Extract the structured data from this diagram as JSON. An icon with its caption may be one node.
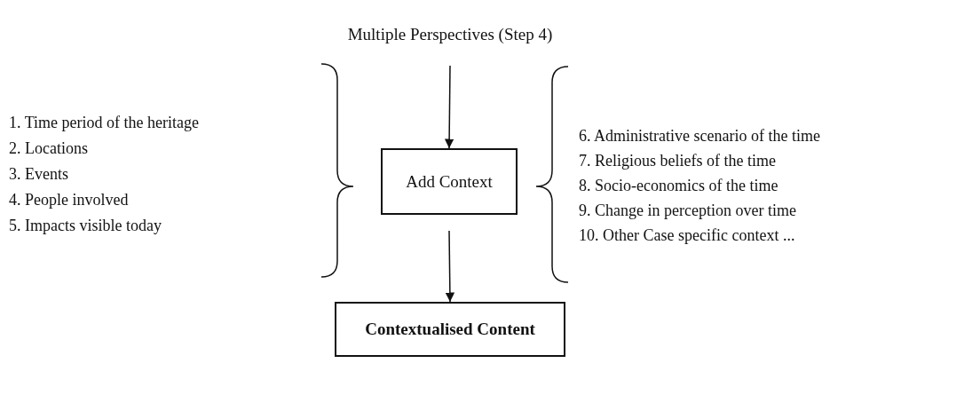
{
  "diagram": {
    "nodes": [
      {
        "text": [
          "Multiple Perspectives (Step 4)"
        ]
      },
      {
        "text": [
          "Add Context"
        ]
      },
      {
        "text": [
          "Contextualised Content"
        ]
      }
    ],
    "edges": [
      {
        "from": 0,
        "to": 1,
        "arrow": "to"
      },
      {
        "from": 1,
        "to": 2,
        "arrow": "to"
      }
    ],
    "labels": [
      "1. Time period of the heritage",
      "2. Locations",
      "3. Events",
      "4. People involved",
      "5. Impacts visible today",
      "6. Administrative scenario of the time",
      "7. Religious beliefs of the time",
      "8. Socio-economics of the time",
      "9. Change in perception over time",
      "10. Other Case specific context ..."
    ]
  }
}
